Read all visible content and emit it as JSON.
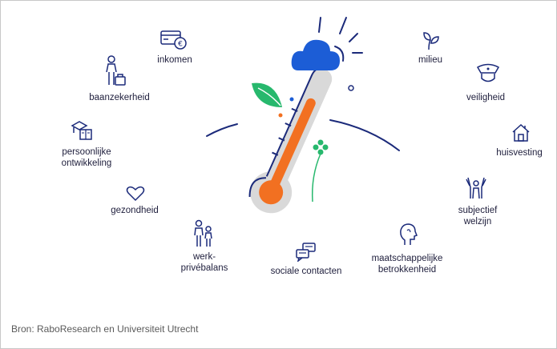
{
  "colors": {
    "navy": "#1b2a7a",
    "orange": "#f27021",
    "blue": "#1c5dd6",
    "green": "#27b86d",
    "grey": "#d9d9d9",
    "text": "#1e1e3c"
  },
  "factors": [
    {
      "key": "inkomen",
      "label": "inkomen",
      "icon": "wallet-card-icon"
    },
    {
      "key": "baanzekerheid",
      "label": "baanzekerheid",
      "icon": "person-briefcase-icon"
    },
    {
      "key": "persoonlijke",
      "label": "persoonlijke\nontwikkeling",
      "icon": "graduation-book-icon"
    },
    {
      "key": "gezondheid",
      "label": "gezondheid",
      "icon": "heart-icon"
    },
    {
      "key": "werk",
      "label": "werk-\nprivébalans",
      "icon": "people-icon"
    },
    {
      "key": "sociale",
      "label": "sociale contacten",
      "icon": "chat-bubbles-icon"
    },
    {
      "key": "maatschappelijke",
      "label": "maatschappelijke\nbetrokkenheid",
      "icon": "head-profile-icon"
    },
    {
      "key": "subjectief",
      "label": "subjectief\nwelzijn",
      "icon": "raised-hands-icon"
    },
    {
      "key": "huisvesting",
      "label": "huisvesting",
      "icon": "house-icon"
    },
    {
      "key": "veiligheid",
      "label": "veiligheid",
      "icon": "police-cap-icon"
    },
    {
      "key": "milieu",
      "label": "milieu",
      "icon": "sprout-icon"
    }
  ],
  "source": "Bron: RaboResearch en Universiteit Utrecht"
}
